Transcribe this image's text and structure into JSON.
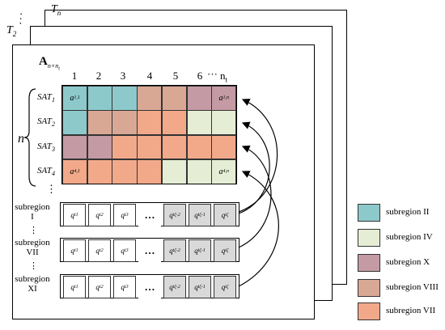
{
  "frames": {
    "back_label": "T",
    "back_sub": "n",
    "mid_label": "T",
    "mid_sub": "2"
  },
  "matrix": {
    "label": "A",
    "label_sub": "n×n",
    "label_subsub": "t",
    "columns": [
      "1",
      "2",
      "3",
      "4",
      "5",
      "6",
      "···",
      "n",
      "t"
    ],
    "n_label": "n",
    "rows": [
      {
        "sat": "SAT",
        "sub": "1",
        "colors": [
          "#8dc9cb",
          "#8dc9cb",
          "#8dc9cb",
          "#d9a895",
          "#d9a895",
          "#c49aa4",
          "#c49aa4"
        ],
        "first": "a",
        "first_sub": "1,1",
        "last": "a",
        "last_sub": "1,n"
      },
      {
        "sat": "SAT",
        "sub": "2",
        "colors": [
          "#8dc9cb",
          "#d9a895",
          "#d9a895",
          "#f2a98a",
          "#f2a98a",
          "#e5eed4",
          "#e5eed4"
        ]
      },
      {
        "sat": "SAT",
        "sub": "3",
        "colors": [
          "#c49aa4",
          "#c49aa4",
          "#f2a98a",
          "#f2a98a",
          "#f2a98a",
          "#f2a98a",
          "#f2a98a"
        ]
      },
      {
        "sat": "SAT",
        "sub": "4",
        "colors": [
          "#f2a98a",
          "#f2a98a",
          "#f2a98a",
          "#f2a98a",
          "#e5eed4",
          "#e5eed4",
          "#e5eed4"
        ],
        "first": "a",
        "first_sub": "4,1",
        "last": "a",
        "last_sub": "4,n"
      }
    ],
    "vdots": "⋮"
  },
  "segments": [
    {
      "name": "subregion",
      "roman": "I"
    },
    {
      "name": "subregion",
      "roman": "VII"
    },
    {
      "name": "subregion",
      "roman": "XI"
    }
  ],
  "segment_boxes": [
    "q",
    "q",
    "q",
    "…",
    "q",
    "q",
    "q"
  ],
  "segment_subs": [
    "1",
    "2",
    "3",
    "",
    "ζ-2",
    "ζ-1",
    "ζ"
  ],
  "segment_sup": "t",
  "segment_vdots": "⋮",
  "legend": [
    {
      "label": "subregion II",
      "color": "#8dc9cb"
    },
    {
      "label": "subregion IV",
      "color": "#e5eed4"
    },
    {
      "label": "subregion X",
      "color": "#c49aa4"
    },
    {
      "label": "subregion VIII",
      "color": "#d9a895"
    },
    {
      "label": "subregion VII",
      "color": "#f2a98a"
    }
  ]
}
